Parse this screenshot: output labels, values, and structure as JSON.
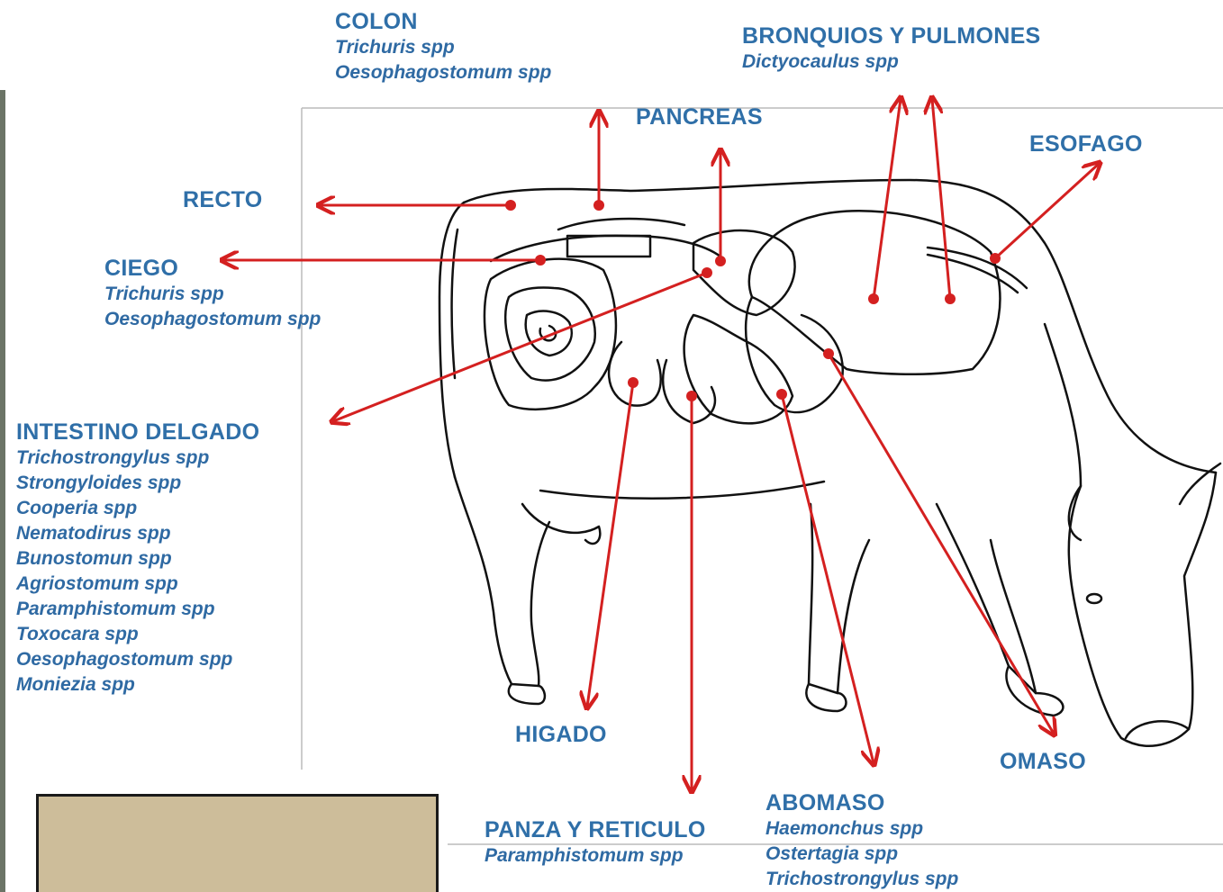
{
  "labels": {
    "colon": {
      "title": "COLON",
      "species": [
        "Trichuris spp",
        "Oesophagostomum spp"
      ]
    },
    "bronquios": {
      "title": "BRONQUIOS Y PULMONES",
      "species": [
        "Dictyocaulus spp"
      ]
    },
    "pancreas": {
      "title": "PANCREAS"
    },
    "esofago": {
      "title": "ESOFAGO"
    },
    "recto": {
      "title": "RECTO"
    },
    "ciego": {
      "title": "CIEGO",
      "species": [
        "Trichuris spp",
        "Oesophagostomum spp"
      ]
    },
    "intestino": {
      "title": "INTESTINO DELGADO",
      "species": [
        "Trichostrongylus spp",
        "Strongyloides spp",
        "Cooperia spp",
        "Nematodirus spp",
        "Bunostomun spp",
        "Agriostomum spp",
        "Paramphistomum spp",
        "Toxocara spp",
        "Oesophagostomum spp",
        "Moniezia spp"
      ]
    },
    "higado": {
      "title": "HIGADO"
    },
    "omaso": {
      "title": "OMASO"
    },
    "abomaso": {
      "title": "ABOMASO",
      "species": [
        "Haemonchus spp",
        "Ostertagia spp",
        "Trichostrongylus spp"
      ]
    },
    "panza": {
      "title": "PANZA Y RETICULO",
      "species": [
        "Paramphistomum spp"
      ]
    }
  },
  "colors": {
    "label": "#2f6fa8",
    "arrow": "#d42020",
    "outline": "#111111"
  }
}
